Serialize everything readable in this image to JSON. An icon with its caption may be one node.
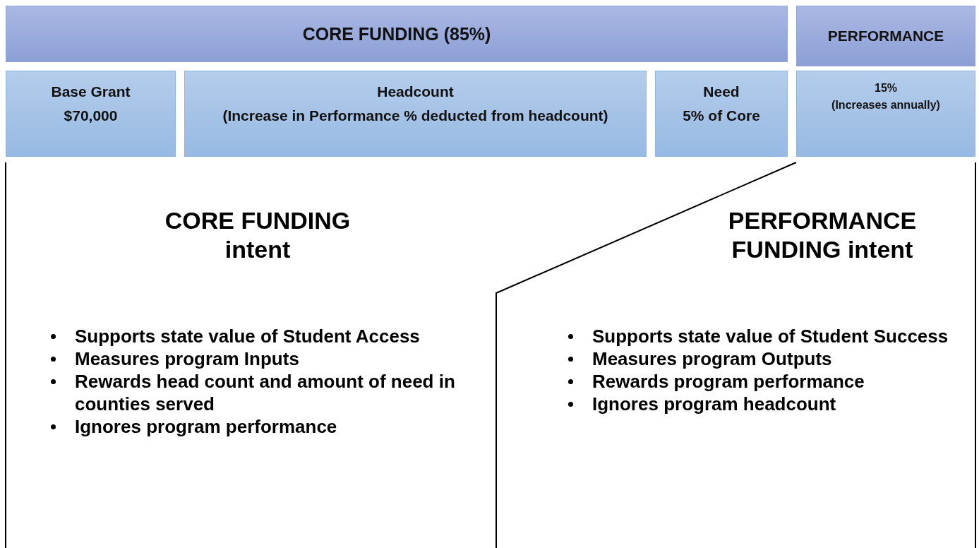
{
  "diagram": {
    "nodes": [
      {
        "text": [
          "CORE FUNDING (85%)"
        ]
      },
      {
        "text": [
          "PERFORMANCE"
        ]
      },
      {
        "text": [
          "Base Grant $70,000"
        ]
      },
      {
        "text": [
          "Headcount",
          "(Increase in Performance % deducted from headcount)"
        ]
      },
      {
        "text": [
          "Need",
          "5% of Core"
        ]
      },
      {
        "text": [
          "15%",
          "(Increases annually)"
        ]
      }
    ],
    "edges": [],
    "labels": [
      "CORE FUNDING intent",
      "PERFORMANCE FUNDING intent",
      "Supports state value of Student Access",
      "Measures program Inputs",
      "Rewards head count and amount of need in counties served",
      "Ignores program performance",
      "Supports state value of Student Success",
      "Measures program Outputs",
      "Rewards program performance",
      "Ignores program headcount"
    ]
  }
}
